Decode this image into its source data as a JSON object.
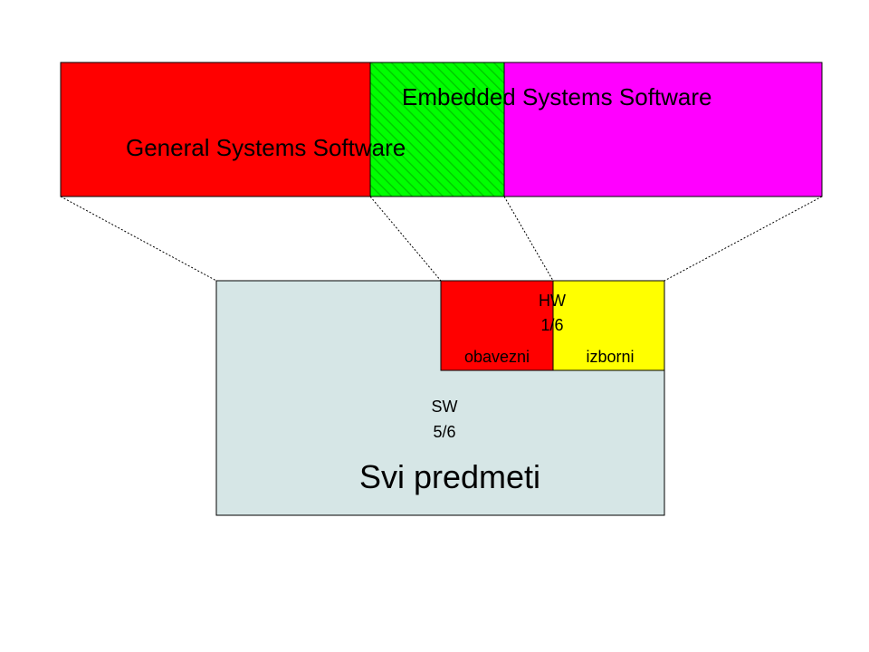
{
  "top_band": {
    "general_label": "General Systems Software",
    "embedded_label": "Embedded Systems Software",
    "colors": {
      "general": "#ff0000",
      "overlap_stripe": "#00cc00",
      "overlap_background": "#00ff00",
      "embedded": "#ff00ff"
    }
  },
  "bottom_box": {
    "title": "Svi predmeti",
    "sw_label": "SW",
    "sw_fraction": "5/6",
    "hw_label": "HW",
    "hw_fraction": "1/6",
    "mandatory_label": "obavezni",
    "elective_label": "izborni",
    "colors": {
      "background": "#d6e6e6",
      "mandatory": "#ff0000",
      "elective": "#ffff00"
    }
  }
}
